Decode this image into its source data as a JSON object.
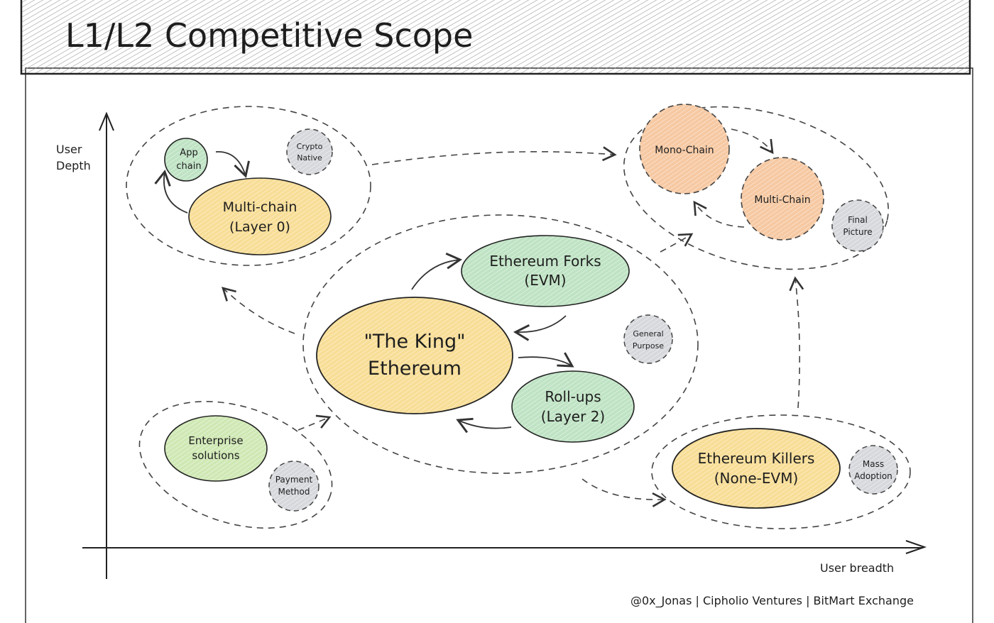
{
  "title": "L1/L2 Competitive Scope",
  "axes": {
    "y_label_line1": "User",
    "y_label_line2": "Depth",
    "x_label": "User breadth"
  },
  "credit": "@0x_Jonas | Cipholio Ventures | BitMart Exchange",
  "colors": {
    "yellow": "#f7dd97",
    "green": "#bfe3c4",
    "lime": "#cfe8b4",
    "orange": "#f6c9a3",
    "gray": "#d6d8dc",
    "stroke": "#1e1e1e",
    "dash": "#444444"
  },
  "groups": {
    "top_left": {
      "nodes": {
        "app_chain": {
          "line1": "App",
          "line2": "chain"
        },
        "multi_chain": {
          "line1": "Multi-chain",
          "line2": "(Layer 0)"
        }
      },
      "tag": {
        "line1": "Crypto",
        "line2": "Native"
      }
    },
    "top_right": {
      "nodes": {
        "mono_chain": {
          "line1": "Mono-Chain"
        },
        "multi_chain": {
          "line1": "Multi-Chain"
        }
      },
      "tag": {
        "line1": "Final",
        "line2": "Picture"
      }
    },
    "center": {
      "nodes": {
        "ethereum": {
          "line1": "\"The King\"",
          "line2": "Ethereum"
        },
        "forks": {
          "line1": "Ethereum Forks",
          "line2": "(EVM)"
        },
        "rollups": {
          "line1": "Roll-ups",
          "line2": "(Layer 2)"
        }
      },
      "tag": {
        "line1": "General",
        "line2": "Purpose"
      }
    },
    "bottom_left": {
      "nodes": {
        "enterprise": {
          "line1": "Enterprise",
          "line2": "solutions"
        }
      },
      "tag": {
        "line1": "Payment",
        "line2": "Method"
      }
    },
    "bottom_right": {
      "nodes": {
        "killers": {
          "line1": "Ethereum Killers",
          "line2": "(None-EVM)"
        }
      },
      "tag": {
        "line1": "Mass",
        "line2": "Adoption"
      }
    }
  }
}
